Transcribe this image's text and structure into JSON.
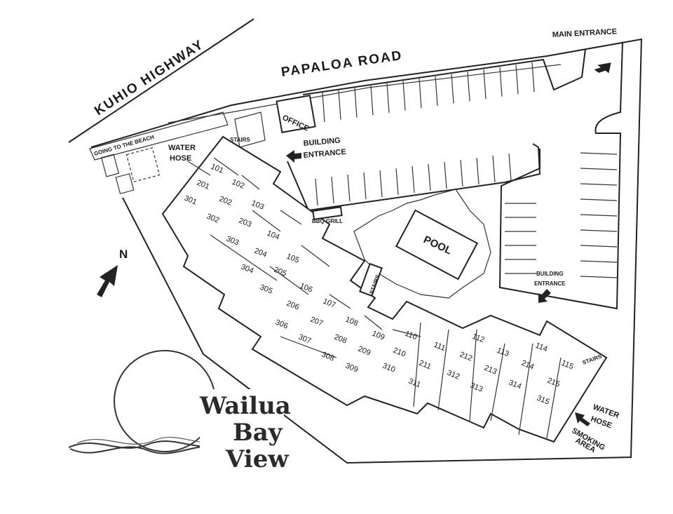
{
  "roads": {
    "highway": "KUHIO HIGHWAY",
    "road": "PAPALOA ROAD",
    "main_entrance": "MAIN ENTRANCE"
  },
  "labels": {
    "office": "OFFICE",
    "building_entrance_1a": "BUILDING",
    "building_entrance_1b": "ENTRANCE",
    "building_entrance_2a": "BUILDING",
    "building_entrance_2b": "ENTRANCE",
    "water_hose_1a": "WATER",
    "water_hose_1b": "HOSE",
    "water_hose_2a": "WATER",
    "water_hose_2b": "HOSE",
    "pool": "POOL",
    "stairs_1": "STAIRS",
    "stairs_2": "STAIRS",
    "stairs_3": "STAIRS",
    "bbq": "BBQ GRILL",
    "beach": "GOING TO THE BEACH",
    "smoking_a": "SMOKING",
    "smoking_b": "AREA",
    "north": "N"
  },
  "logo": {
    "line1": "Wailua",
    "line2": "Bay",
    "line3": "View"
  },
  "units": [
    "101",
    "102",
    "103",
    "104",
    "105",
    "106",
    "107",
    "108",
    "109",
    "110",
    "111",
    "112",
    "113",
    "114",
    "115",
    "201",
    "202",
    "203",
    "204",
    "205",
    "206",
    "207",
    "208",
    "209",
    "210",
    "211",
    "212",
    "213",
    "214",
    "215",
    "301",
    "302",
    "303",
    "304",
    "305",
    "306",
    "307",
    "308",
    "309",
    "310",
    "311",
    "312",
    "313",
    "314",
    "315"
  ],
  "colors": {
    "ink": "#222222",
    "paper": "#ffffff"
  }
}
